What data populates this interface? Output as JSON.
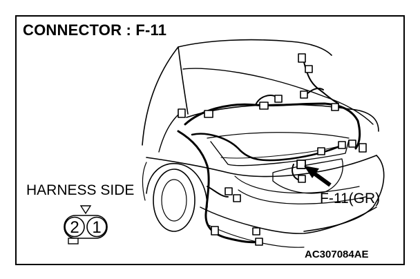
{
  "title": "CONNECTOR : F-11",
  "harness_side_label": "HARNESS SIDE",
  "connector_label": "F-11(GR)",
  "figure_code": "AC307084AE",
  "pins": [
    "2",
    "1"
  ]
}
